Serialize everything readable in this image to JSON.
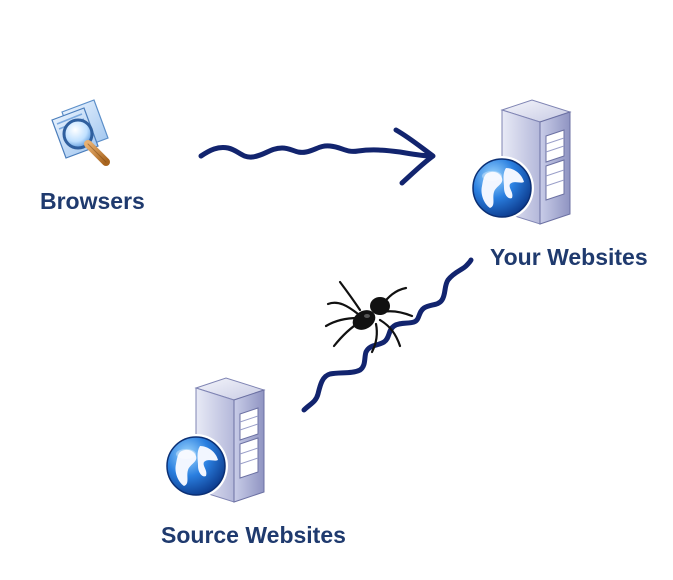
{
  "nodes": {
    "browsers": {
      "label": "Browsers",
      "icon": "browser-magnifier-icon"
    },
    "your_websites": {
      "label": "Your Websites",
      "icon": "web-server-globe-icon"
    },
    "source_websites": {
      "label": "Source Websites",
      "icon": "web-server-globe-icon"
    }
  },
  "edges": [
    {
      "from": "browsers",
      "to": "your_websites",
      "style": "wavy-arrow",
      "color": "#12246e"
    },
    {
      "from": "source_websites",
      "to": "your_websites",
      "style": "jagged-line",
      "color": "#12246e",
      "icon": "spider-icon"
    }
  ],
  "colors": {
    "label": "#1f3a6e",
    "connector": "#12246e",
    "spider": "#111111"
  }
}
